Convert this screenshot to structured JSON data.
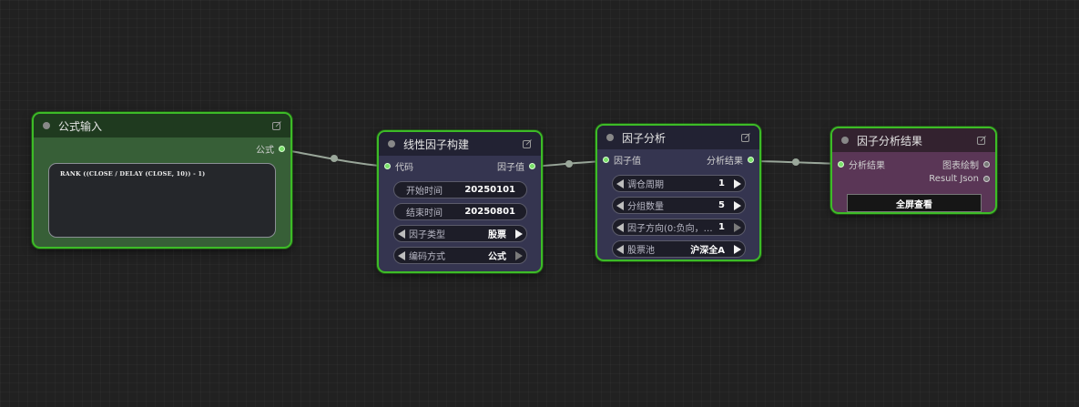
{
  "colors": {
    "canvas": "#212121",
    "node_border": "#3dbb27",
    "link": "#9aa79a",
    "pin_connected": "#79e06a"
  },
  "formula_node": {
    "title": "公式输入",
    "output_label": "公式",
    "formula_text": "RANK ((CLOSE / DELAY (CLOSE, 10)) - 1)"
  },
  "linear_node": {
    "title": "线性因子构建",
    "input_label": "代码",
    "output_label": "因子值",
    "widgets": [
      {
        "label": "开始时间",
        "value": "20250101"
      },
      {
        "label": "结束时间",
        "value": "20250801"
      },
      {
        "label": "因子类型",
        "value": "股票"
      },
      {
        "label": "编码方式",
        "value": "公式"
      }
    ]
  },
  "analysis_node": {
    "title": "因子分析",
    "input_label": "因子值",
    "output_label": "分析结果",
    "widgets": [
      {
        "label": "调仓周期",
        "value": "1"
      },
      {
        "label": "分组数量",
        "value": "5"
      },
      {
        "label": "因子方向(0:负向，…",
        "value": "1"
      },
      {
        "label": "股票池",
        "value": "沪深全A"
      }
    ]
  },
  "result_node": {
    "title": "因子分析结果",
    "input_label": "分析结果",
    "output_labels": [
      "图表绘制",
      "Result Json"
    ],
    "button_label": "全屏查看"
  },
  "icons": {
    "edit": "edit-icon",
    "status_dot": "status-dot-icon",
    "prev": "arrow-left-icon",
    "next": "arrow-right-icon"
  }
}
